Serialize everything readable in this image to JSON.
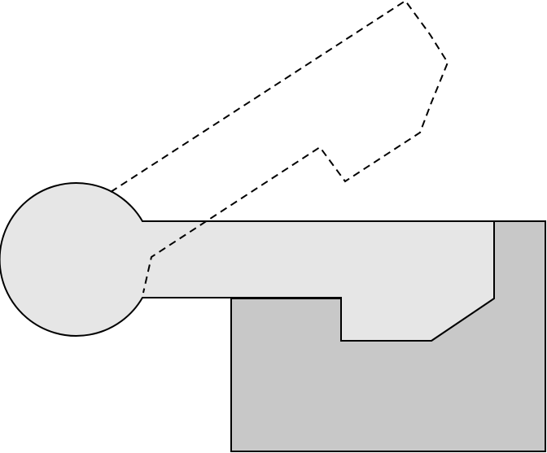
{
  "colors": {
    "background": "#ffffff",
    "base_block_fill": "#c8c8c8",
    "lever_fill": "#e6e6e6",
    "stroke": "#000000"
  },
  "parts": {
    "base_block": "base-block",
    "lever_arm": "lever-arm",
    "rotated_lever_outline": "rotated-lever-outline"
  }
}
